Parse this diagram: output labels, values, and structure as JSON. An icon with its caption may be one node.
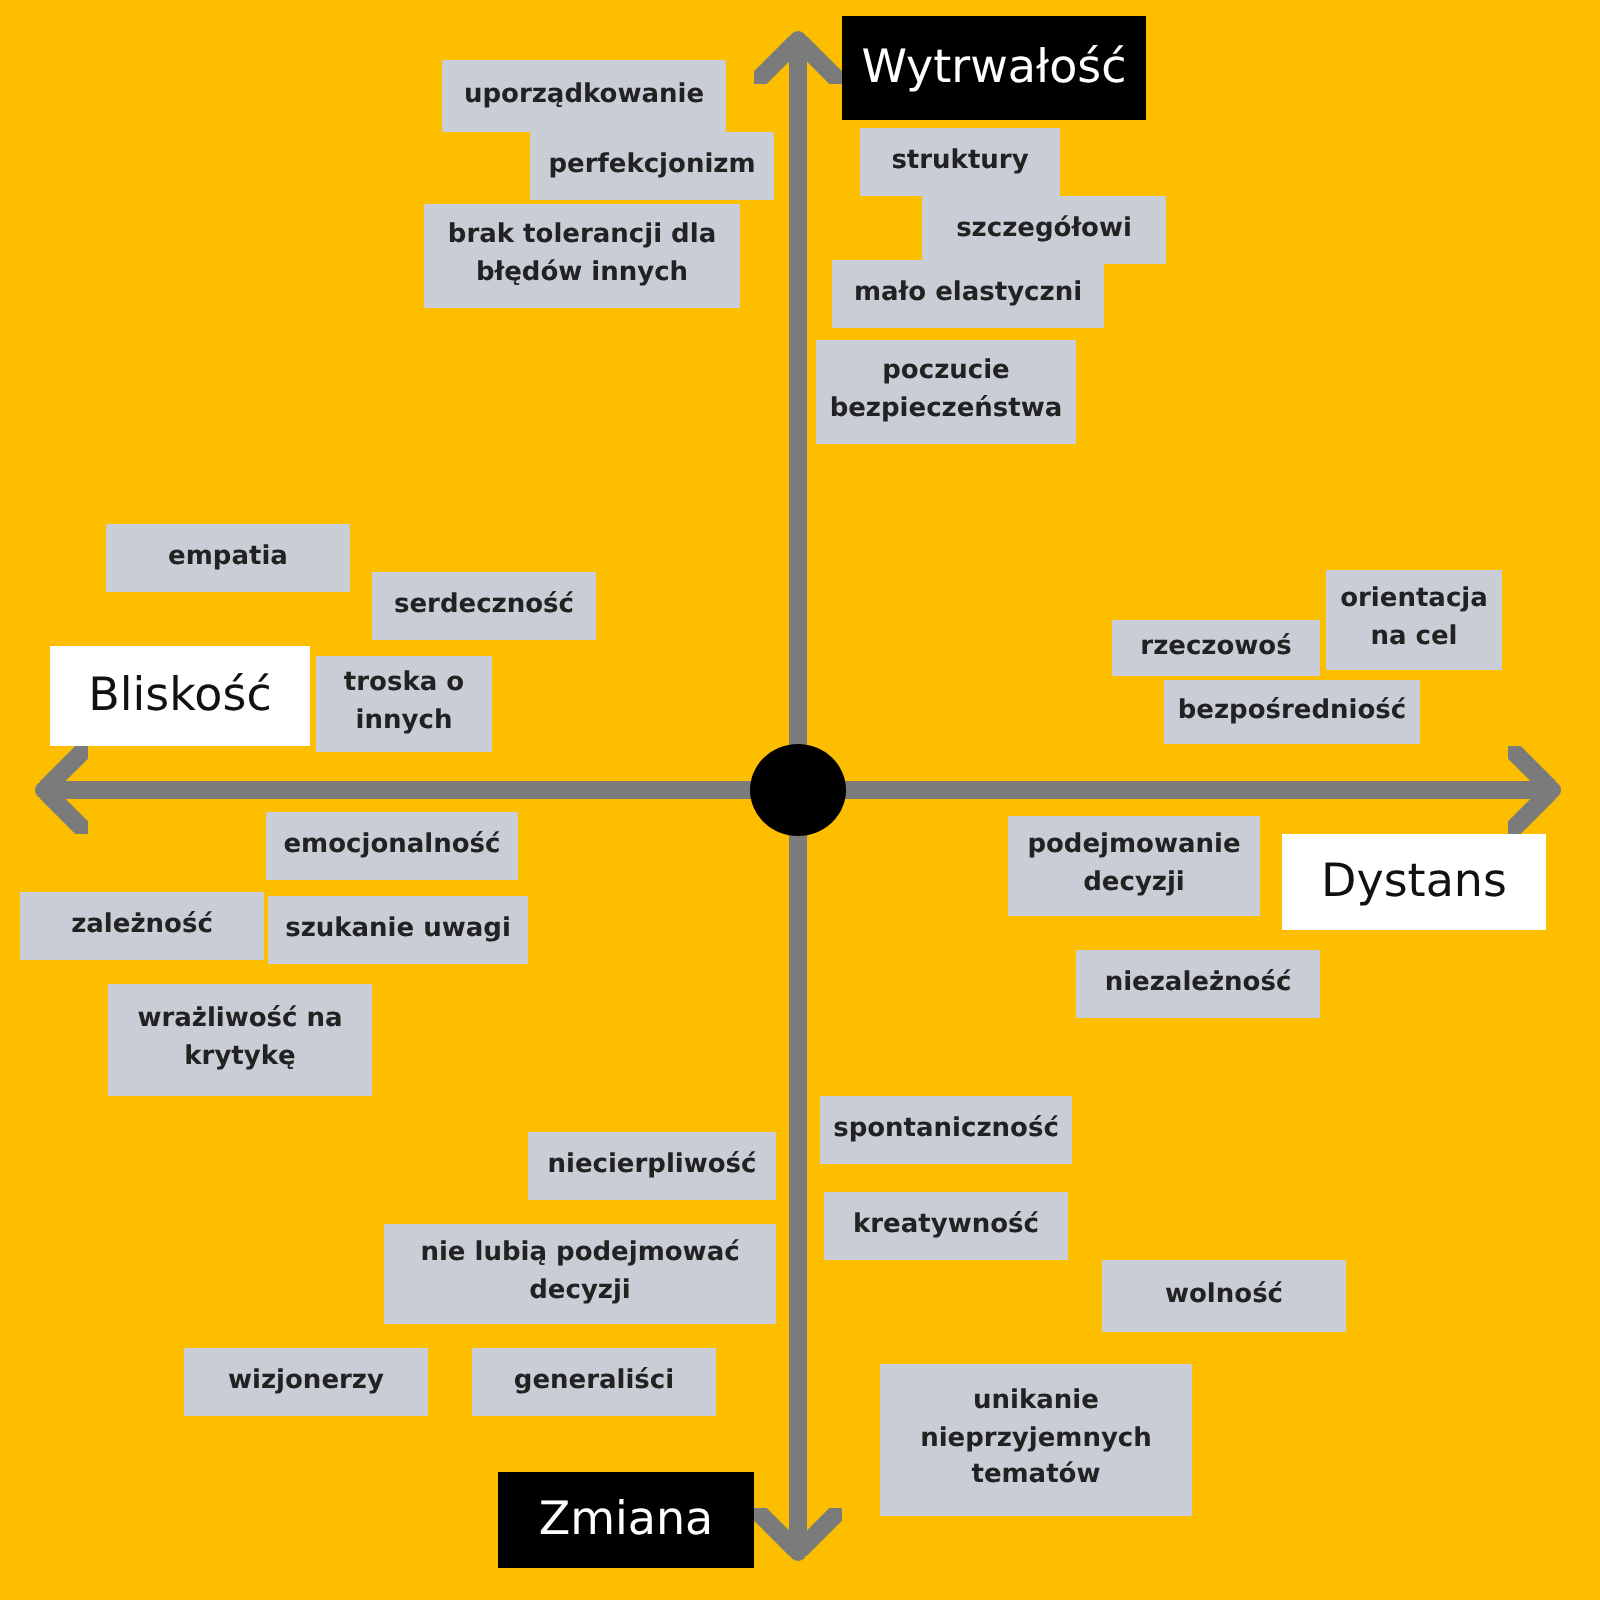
{
  "diagram": {
    "nodes": [
      {
        "text": [
          "uporządkowanie"
        ]
      },
      {
        "text": [
          "Wytrwałość"
        ]
      },
      {
        "text": [
          "perfekcjonizm"
        ]
      },
      {
        "text": [
          "struktury"
        ]
      },
      {
        "text": [
          "brak tolerancji dla błędów innych"
        ]
      },
      {
        "text": [
          "szczegółowi"
        ]
      },
      {
        "text": [
          "mało elastyczni"
        ]
      },
      {
        "text": [
          "poczucie bezpieczeństwa"
        ]
      },
      {
        "text": [
          "empatia"
        ]
      },
      {
        "text": [
          "orientacja na cel"
        ]
      },
      {
        "text": [
          "serdeczność"
        ]
      },
      {
        "text": [
          "rzeczowoś"
        ]
      },
      {
        "text": [
          "Bliskość"
        ]
      },
      {
        "text": [
          "troska o innych"
        ]
      },
      {
        "text": [
          "bezpośredniość"
        ]
      },
      {
        "text": [],
        "shape": "circle"
      },
      {
        "text": [
          "emocjonalność"
        ]
      },
      {
        "text": [
          "podejmowanie decyzji"
        ]
      },
      {
        "text": [
          "Dystans"
        ]
      },
      {
        "text": [
          "zależność"
        ]
      },
      {
        "text": [
          "szukanie uwagi"
        ]
      },
      {
        "text": [
          "niezależność"
        ]
      },
      {
        "text": [
          "wrażliwość na krytykę"
        ]
      },
      {
        "text": [
          "spontaniczność"
        ]
      },
      {
        "text": [
          "niecierpliwość"
        ]
      },
      {
        "text": [
          "kreatywność"
        ]
      },
      {
        "text": [
          "nie lubią podejmować decyzji"
        ]
      },
      {
        "text": [
          "wolność"
        ]
      },
      {
        "text": [
          "wizjonerzy"
        ]
      },
      {
        "text": [
          "generaliści"
        ]
      },
      {
        "text": [
          "unikanie nieprzyjemnych tematów"
        ]
      },
      {
        "text": [
          "Zmiana"
        ]
      }
    ],
    "edges": [
      {
        "from": 15,
        "to": 1,
        "arrow": "to"
      },
      {
        "from": 15,
        "to": 12,
        "arrow": "to"
      },
      {
        "from": 15,
        "to": 18,
        "arrow": "to"
      },
      {
        "from": 15,
        "to": 31,
        "arrow": "to"
      }
    ]
  }
}
